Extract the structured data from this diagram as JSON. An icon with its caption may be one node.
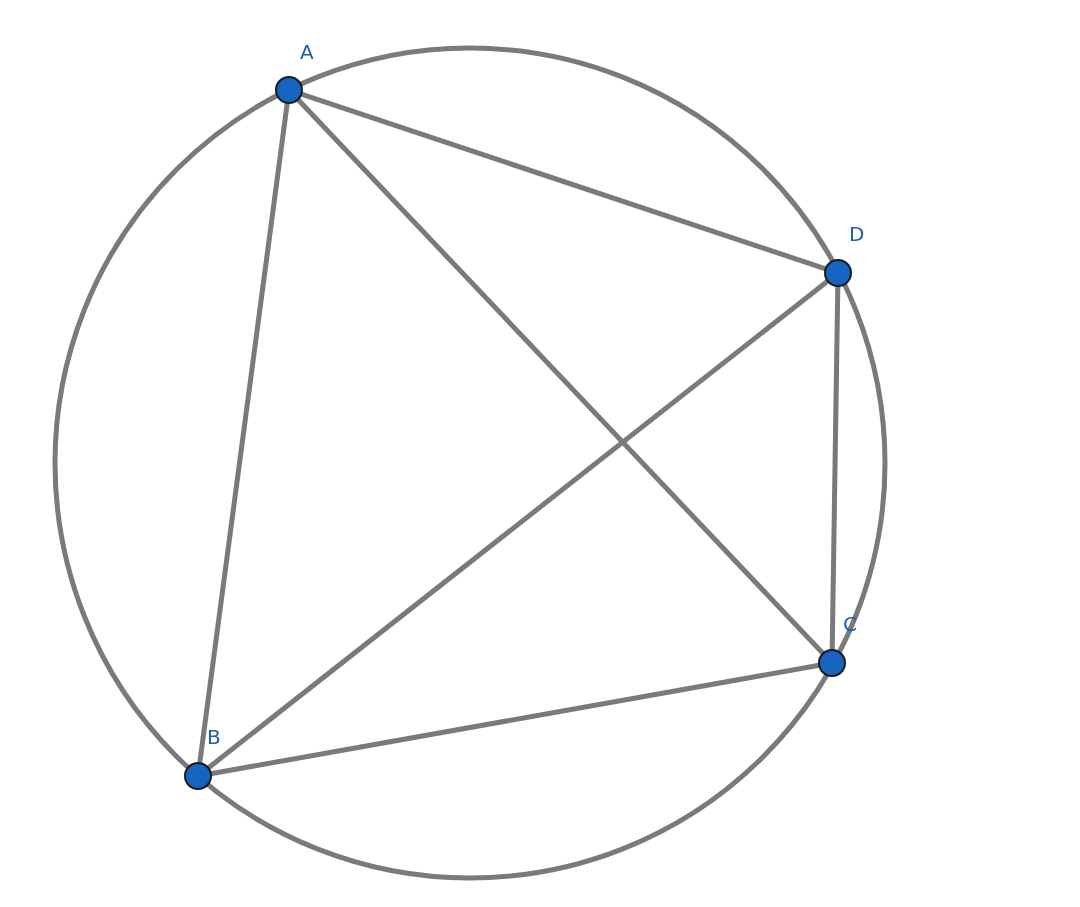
{
  "diagram": {
    "nodes": [
      {
        "text": [],
        "shape": "circle",
        "beside": [
          "A"
        ]
      },
      {
        "text": [],
        "shape": "circle",
        "beside": [
          "B"
        ]
      },
      {
        "text": [],
        "shape": "circle",
        "beside": [
          "C"
        ]
      },
      {
        "text": [],
        "shape": "circle",
        "beside": [
          "D"
        ]
      }
    ],
    "edges": [
      {
        "from": 0,
        "to": 1,
        "arrow": "none"
      },
      {
        "from": 0,
        "to": 2,
        "arrow": "none"
      },
      {
        "from": 0,
        "to": 3,
        "arrow": "none"
      },
      {
        "from": 1,
        "to": 3,
        "arrow": "none"
      },
      {
        "from": 1,
        "to": 2,
        "arrow": "none"
      },
      {
        "from": 3,
        "to": 2,
        "arrow": "none"
      }
    ]
  }
}
